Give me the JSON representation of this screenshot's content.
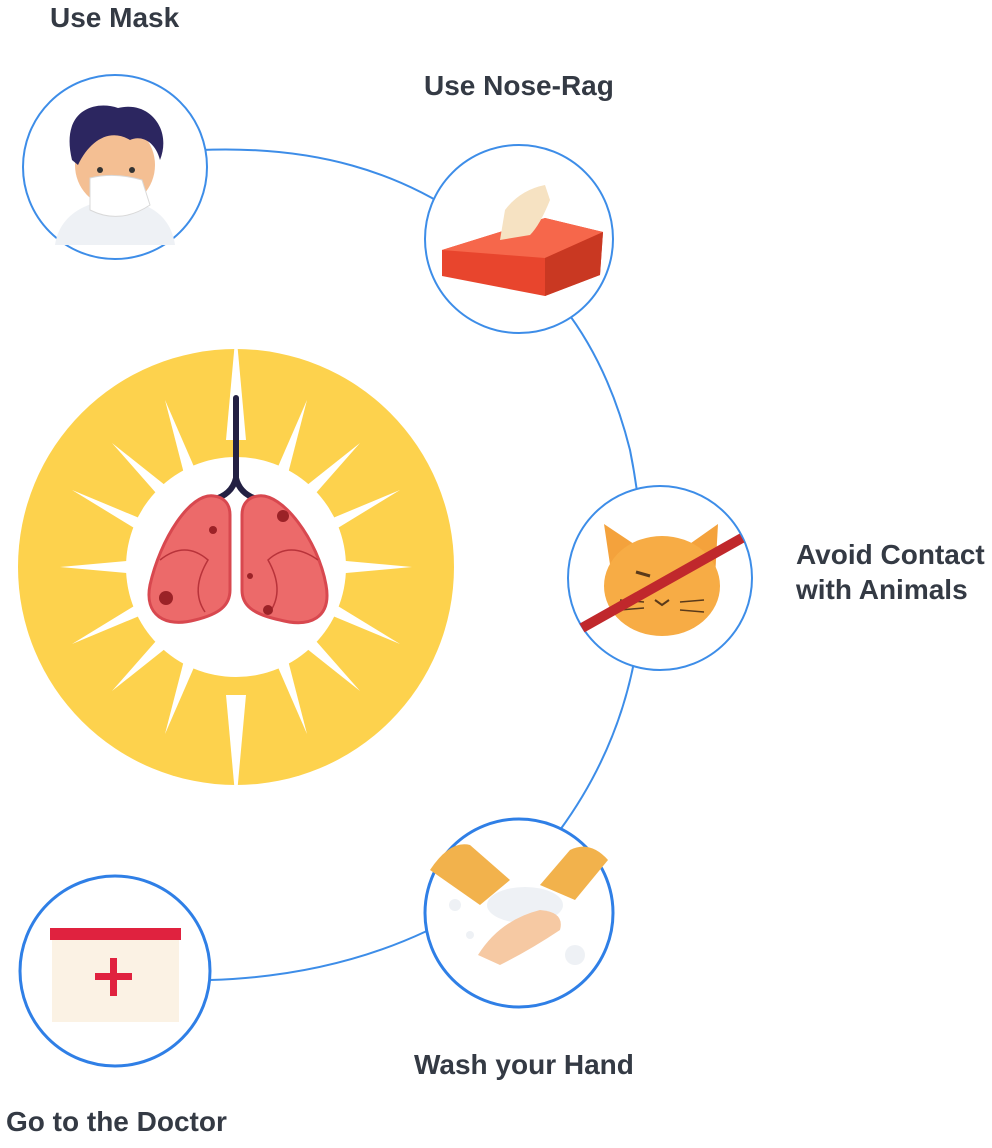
{
  "title": "",
  "labels": {
    "mask": "Use Mask",
    "nose_rag": "Use Nose-Rag",
    "animals_line1": "Avoid Contact",
    "animals_line2": "with Animals",
    "wash": "Wash your Hand",
    "doctor": "Go to the Doctor"
  },
  "colors": {
    "connector": "#3d8de8",
    "sun_disk": "#fdd24d",
    "lung": "#e8555b",
    "tissue_box": "#f1482f",
    "cat": "#f5a440",
    "prohibit_bar": "#c0282c",
    "medical_cross": "#e0223f"
  },
  "icons": [
    "mask-person-icon",
    "tissue-box-icon",
    "no-cat-icon",
    "hand-wash-icon",
    "first-aid-icon",
    "lungs-icon"
  ]
}
